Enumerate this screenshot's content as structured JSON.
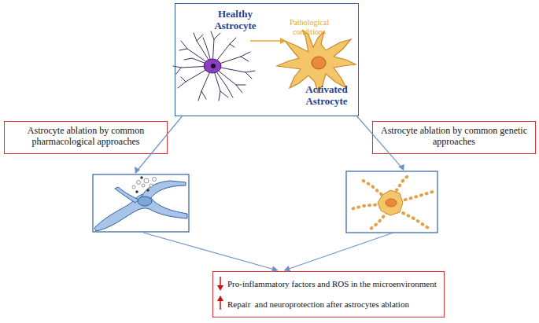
{
  "diagram": {
    "nodes": [
      {
        "text": [
          "Healthy Astrocyte",
          "Pathological conditions",
          "Activated Astrocyte"
        ]
      },
      {
        "text": [
          "Astrocyte ablation by common pharmacological approaches"
        ]
      },
      {
        "text": [
          "Astrocyte ablation by common genetic approaches"
        ]
      },
      {
        "text": [
          "Pro-inflammatory factors and ROS in the microenvironment",
          "Repair  and neuroprotection after astrocytes ablation"
        ]
      }
    ],
    "edges": [
      {
        "from": 0,
        "to": 3,
        "arrow": "to"
      },
      {
        "from": 0,
        "to": 3,
        "arrow": "to"
      }
    ]
  }
}
